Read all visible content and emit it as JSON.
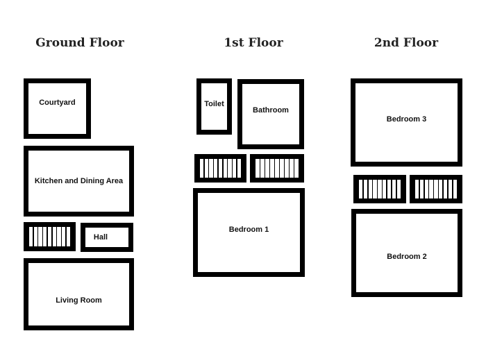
{
  "floors": {
    "ground": {
      "title": "Ground Floor",
      "courtyard": "Courtyard",
      "kitchen": "Kitchen and Dining Area",
      "hall": "Hall",
      "living_room": "Living Room"
    },
    "first": {
      "title": "1st Floor",
      "toilet": "Toilet",
      "bathroom": "Bathroom",
      "bedroom_1": "Bedroom 1"
    },
    "second": {
      "title": "2nd Floor",
      "bedroom_3": "Bedroom 3",
      "bedroom_2": "Bedroom 2"
    }
  },
  "colors": {
    "wall": "#000000",
    "background": "#ffffff"
  }
}
